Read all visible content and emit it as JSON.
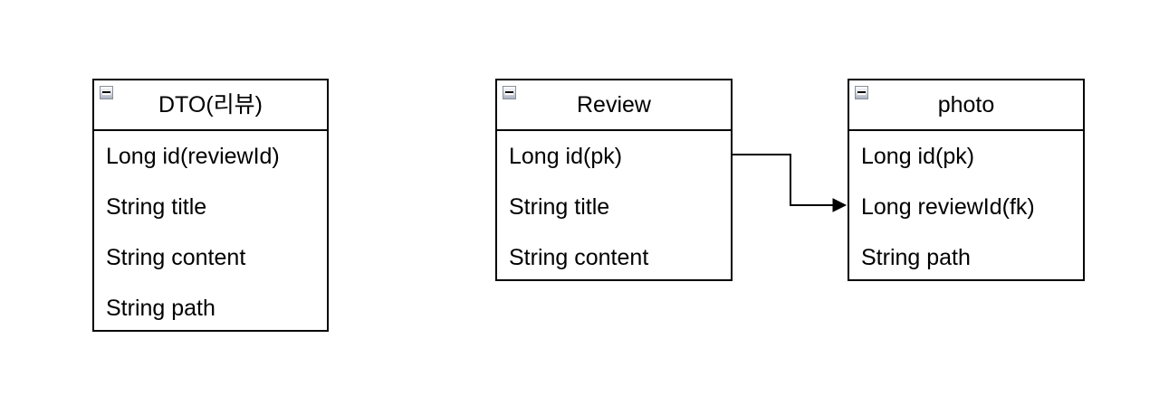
{
  "canvas": {
    "background_color": "#ffffff",
    "stroke_color": "#000000"
  },
  "entities": [
    {
      "id": "dto-review",
      "title": "DTO(리뷰)",
      "collapse_icon": "minus-icon",
      "fields": [
        "Long id(reviewId)",
        "String title",
        "String content",
        "String path"
      ]
    },
    {
      "id": "review",
      "title": "Review",
      "collapse_icon": "minus-icon",
      "fields": [
        "Long id(pk)",
        "String title",
        "String content"
      ]
    },
    {
      "id": "photo",
      "title": "photo",
      "collapse_icon": "minus-icon",
      "fields": [
        "Long id(pk)",
        "Long reviewId(fk)",
        "String path"
      ]
    }
  ],
  "connector": {
    "from": "Review : Long id(pk)",
    "to": "photo : Long reviewId(fk)",
    "style": "orthogonal",
    "arrowhead": "filled-triangle-right",
    "color": "#000000"
  }
}
